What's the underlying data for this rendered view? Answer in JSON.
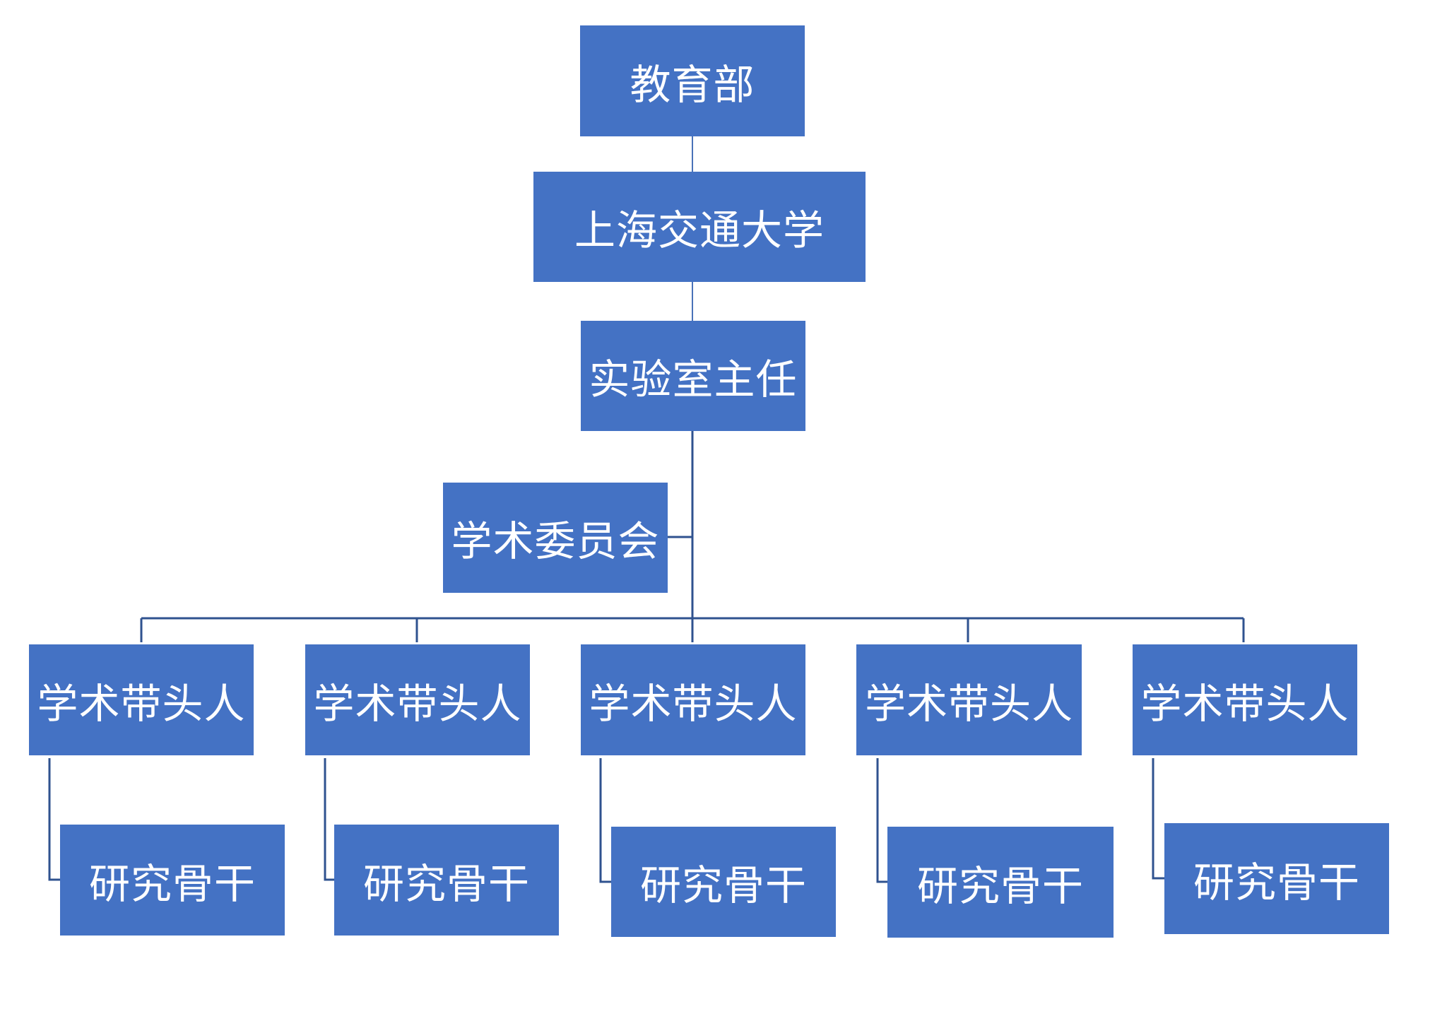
{
  "org_chart": {
    "ministry": "教育部",
    "university": "上海交通大学",
    "lab_director": "实验室主任",
    "academic_committee": "学术委员会",
    "academic_leaders": [
      "学术带头人",
      "学术带头人",
      "学术带头人",
      "学术带头人",
      "学术带头人"
    ],
    "research_backbones": [
      "研究骨干",
      "研究骨干",
      "研究骨干",
      "研究骨干",
      "研究骨干"
    ]
  },
  "colors": {
    "node_fill": "#4472c4",
    "node_text": "#ffffff",
    "connector": "#2f528f"
  }
}
